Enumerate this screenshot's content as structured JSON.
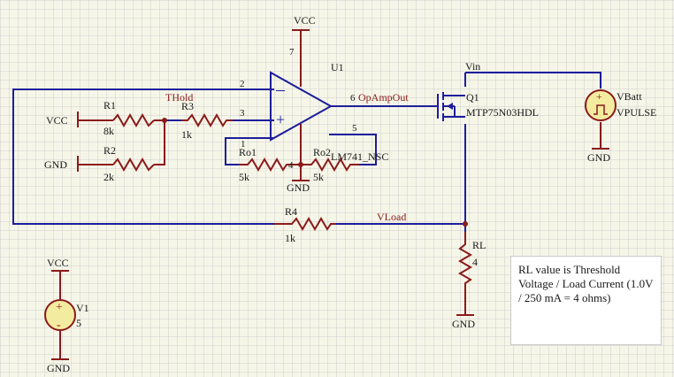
{
  "components": {
    "u1": {
      "ref": "U1",
      "part": "LM741_NSC",
      "pins": {
        "p2": "2",
        "p3": "3",
        "p6": "6",
        "p7": "7",
        "p1": "1",
        "p4": "4",
        "p5": "5"
      }
    },
    "q1": {
      "ref": "Q1",
      "part": "MTP75N03HDL"
    },
    "r1": {
      "ref": "R1",
      "value": "8k"
    },
    "r2": {
      "ref": "R2",
      "value": "2k"
    },
    "r3": {
      "ref": "R3",
      "value": "1k"
    },
    "r4": {
      "ref": "R4",
      "value": "1k"
    },
    "ro1": {
      "ref": "Ro1",
      "value": "5k"
    },
    "ro2": {
      "ref": "Ro2",
      "value": "5k"
    },
    "rl": {
      "ref": "RL",
      "value": "4"
    },
    "v1": {
      "ref": "V1",
      "value": "5"
    },
    "vbatt": {
      "ref": "VBatt",
      "value": "VPULSE"
    }
  },
  "nets": {
    "thold": "THold",
    "opampout": "OpAmpOut",
    "vload": "VLoad",
    "vin": "Vin",
    "vcc": "VCC",
    "gnd": "GND"
  },
  "note": {
    "text": "RL value is Threshold Voltage / Load Current (1.0V / 250 mA = 4 ohms)"
  },
  "colors": {
    "wire": "#1d1d9c",
    "power": "#8b1a1a",
    "background": "#f6f6e8",
    "grid": "#c8c8c8"
  }
}
